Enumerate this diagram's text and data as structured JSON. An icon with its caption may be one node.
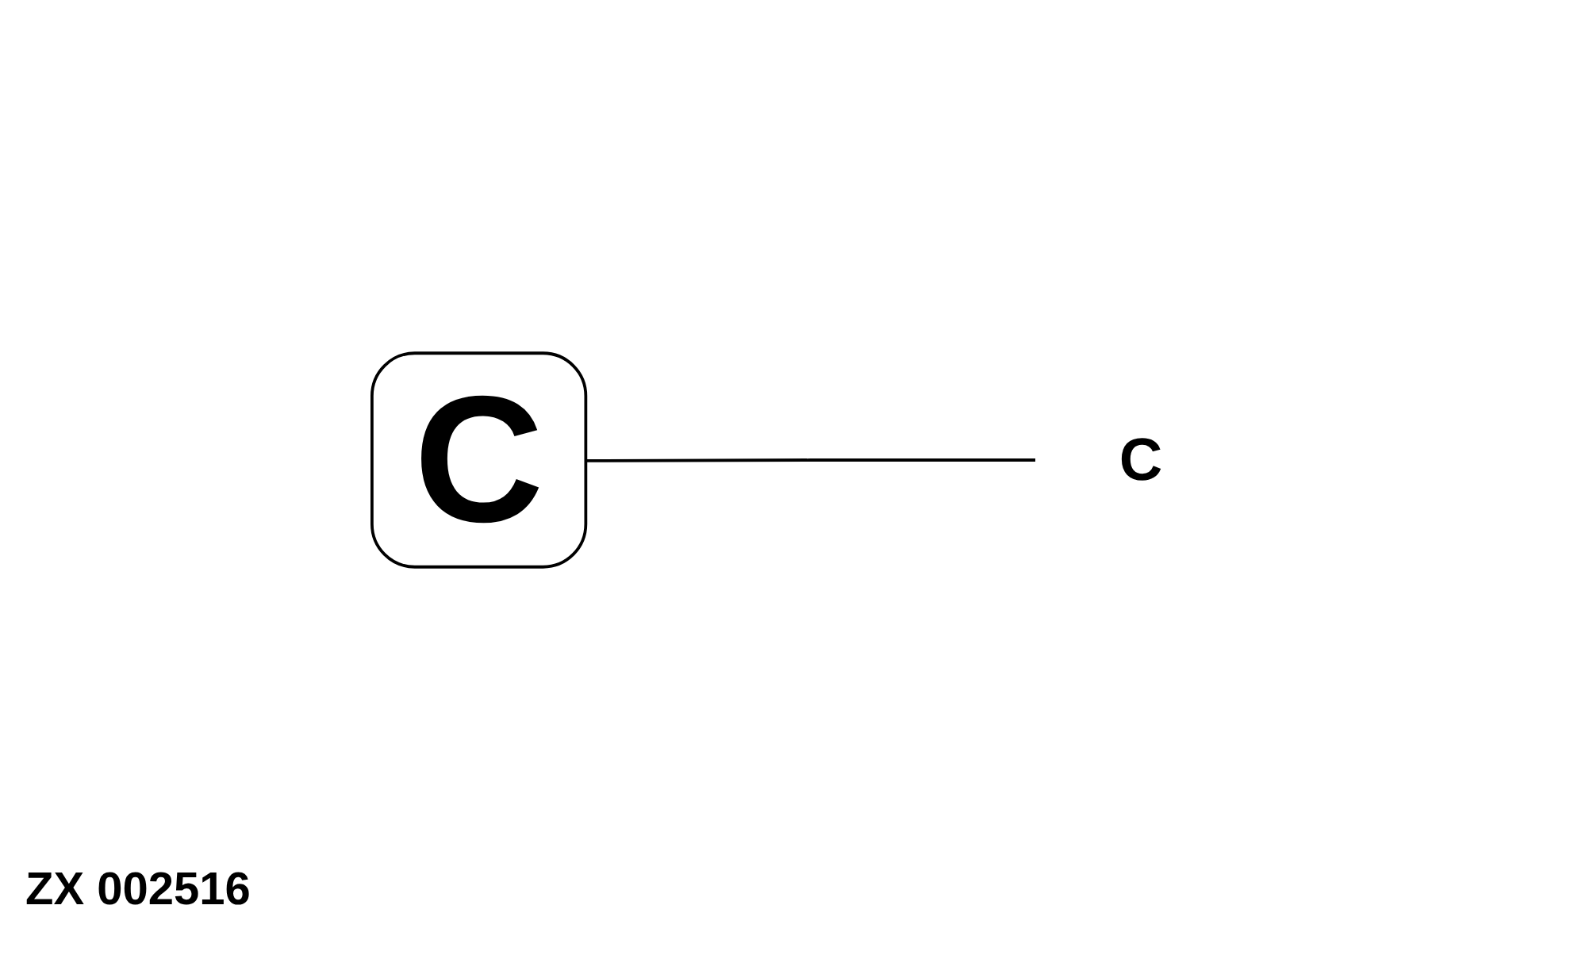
{
  "diagram": {
    "nodes": [
      {
        "text": [
          "C"
        ]
      },
      {
        "text": [
          "C"
        ]
      }
    ],
    "edges": [
      {
        "from": 1,
        "to": 0,
        "arrow": "none"
      }
    ],
    "labels": [
      "ZX 002516"
    ]
  }
}
